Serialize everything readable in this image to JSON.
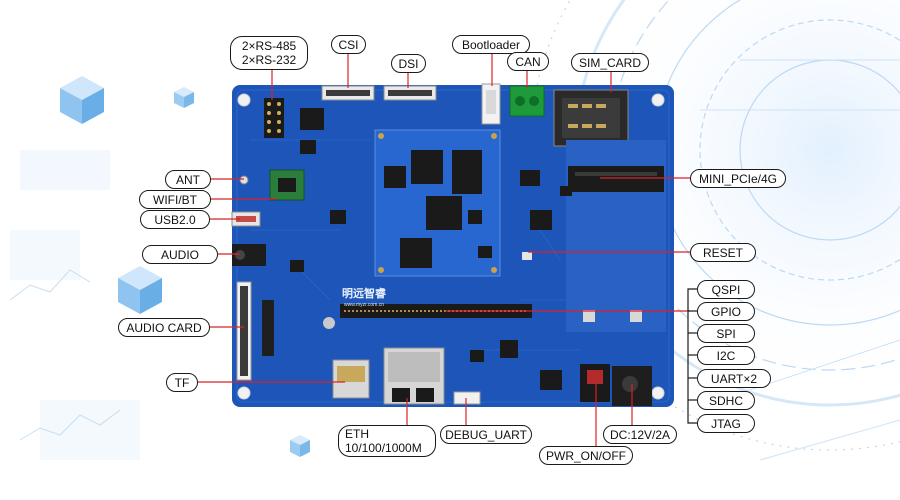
{
  "board": {
    "brand": "明远智睿",
    "url": "www.myzr.com.cn",
    "colors": {
      "pcb": "#1d56b8",
      "pcb_dark": "#16439a",
      "callout_line": "#d8232a",
      "hub_line": "#1a1a1a"
    }
  },
  "labels": {
    "rs": {
      "line1": "2×RS-485",
      "line2": "2×RS-232"
    },
    "csi": "CSI",
    "dsi": "DSI",
    "bootloader": "Bootloader",
    "can": "CAN",
    "sim_card": "SIM_CARD",
    "ant": "ANT",
    "wifi_bt": "WIFI/BT",
    "usb2": "USB2.0",
    "audio": "AUDIO",
    "audio_card": "AUDIO CARD",
    "tf": "TF",
    "mini_pcie": "MINI_PCIe/4G",
    "reset": "RESET",
    "qspi": "QSPI",
    "gpio": "GPIO",
    "spi": "SPI",
    "i2c": "I2C",
    "uart": "UART×2",
    "sdhc": "SDHC",
    "jtag": "JTAG",
    "eth": {
      "line1": "ETH",
      "line2": "10/100/1000M"
    },
    "debug_uart": "DEBUG_UART",
    "dc": "DC:12V/2A",
    "pwr": "PWR_ON/OFF"
  }
}
